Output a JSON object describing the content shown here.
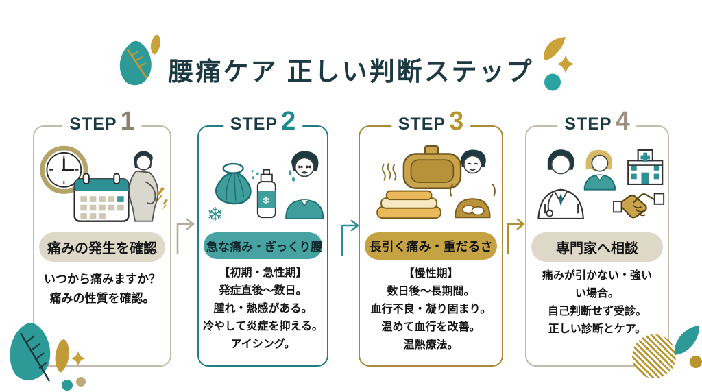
{
  "title": {
    "text": "腰痛ケア 正しい判断ステップ",
    "color": "#1d3a42"
  },
  "palette": {
    "teal": "#2a8f92",
    "teal_dark": "#1d6d72",
    "gold": "#b2902f",
    "beige": "#c4bcab",
    "ink": "#1d3a42"
  },
  "steps": [
    {
      "label": "STEP",
      "number": "1",
      "accent_color": "#c4bcab",
      "number_color": "#8a8171",
      "badge": {
        "text": "痛みの発生を確認",
        "bg": "#ded8c8",
        "text_color": "#141414"
      },
      "description_lines": [
        "いつから痛みますか？",
        "痛みの性質を確認。"
      ],
      "illustration_icons": [
        "clock-icon",
        "calendar-icon",
        "person-holding-back-icon",
        "pain-flash-icon"
      ]
    },
    {
      "label": "STEP",
      "number": "2",
      "accent_color": "#207f86",
      "number_color": "#1e8a8e",
      "badge": {
        "text": "急な痛み・ぎっくり腰",
        "bg": "#47a3a1",
        "text_color": "#10282c"
      },
      "description_lines": [
        "【初期・急性期】",
        "発症直後〜数日。",
        "腫れ・熱感がある。",
        "冷やして炎症を抑える。",
        "アイシング。"
      ],
      "illustration_icons": [
        "ice-bag-icon",
        "snowflake-icon",
        "cold-spray-icon",
        "grimacing-person-icon"
      ]
    },
    {
      "label": "STEP",
      "number": "3",
      "accent_color": "#a98b35",
      "number_color": "#b8962e",
      "badge": {
        "text": "長引く痛み・重だるさ",
        "bg": "#c5a345",
        "text_color": "#141414"
      },
      "description_lines": [
        "【慢性期】",
        "数日後〜長期間。",
        "血行不良・凝り固まり。",
        "温めて血行を改善。",
        "温熱療法。"
      ],
      "illustration_icons": [
        "hot-water-bottle-icon",
        "warm-towel-icon",
        "relieved-person-icon",
        "steam-icon"
      ]
    },
    {
      "label": "STEP",
      "number": "4",
      "accent_color": "#c4bcab",
      "number_color": "#9b9181",
      "badge": {
        "text": "専門家へ相談",
        "bg": "#ded8c8",
        "text_color": "#141414"
      },
      "description_lines": [
        "痛みが引かない・強い",
        "い場合。",
        "自己判断せず受診。",
        "正しい診断とケア。"
      ],
      "illustration_icons": [
        "doctor-icon",
        "nurse-icon",
        "hospital-icon",
        "handshake-icon"
      ]
    }
  ],
  "arrows": [
    {
      "color": "#b3ab9a"
    },
    {
      "color": "#2a8f92"
    },
    {
      "color": "#b2902f"
    }
  ],
  "decorations": {
    "leaf_teal": "#2e9a97",
    "leaf_gold": "#c09b3a",
    "sparkle_gold": "#c9a23a",
    "dot_teal": "#2e9a97",
    "dot_tan": "#bda97c",
    "hatch_gold": "#b8952f"
  }
}
